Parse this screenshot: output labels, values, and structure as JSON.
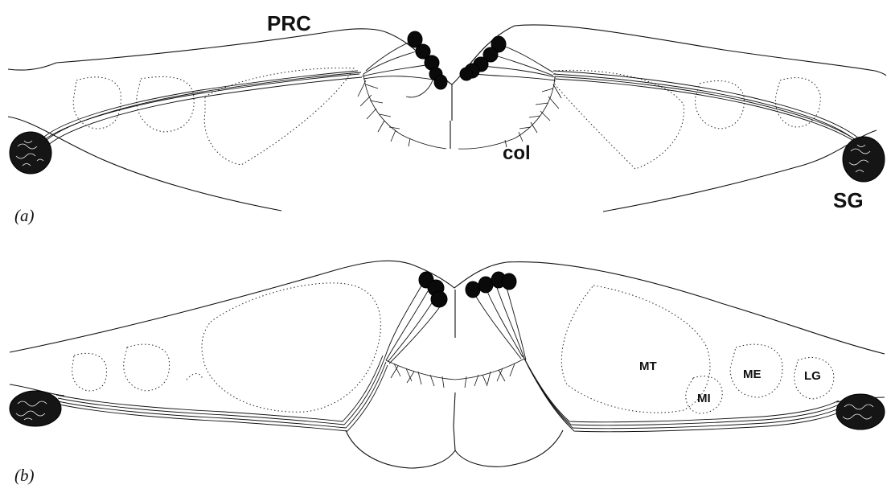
{
  "labels": {
    "prc": "PRC",
    "col": "col",
    "sg": "SG",
    "mt": "MT",
    "me": "ME",
    "lg": "LG",
    "mi": "MI"
  },
  "panels": {
    "a": "(a)",
    "b": "(b)"
  }
}
